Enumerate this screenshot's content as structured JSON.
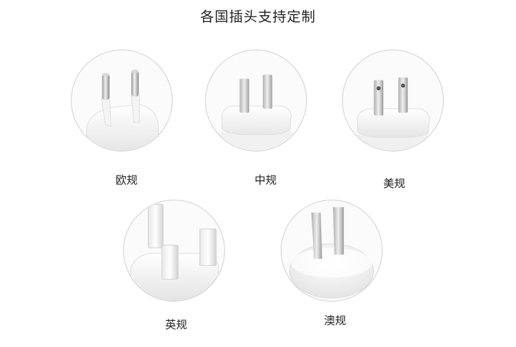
{
  "page": {
    "title": "各国插头支持定制"
  },
  "plugs": [
    {
      "id": "eu",
      "label": "欧规"
    },
    {
      "id": "cn",
      "label": "中规"
    },
    {
      "id": "us",
      "label": "美规"
    },
    {
      "id": "uk",
      "label": "英规"
    },
    {
      "id": "au",
      "label": "澳规"
    }
  ]
}
